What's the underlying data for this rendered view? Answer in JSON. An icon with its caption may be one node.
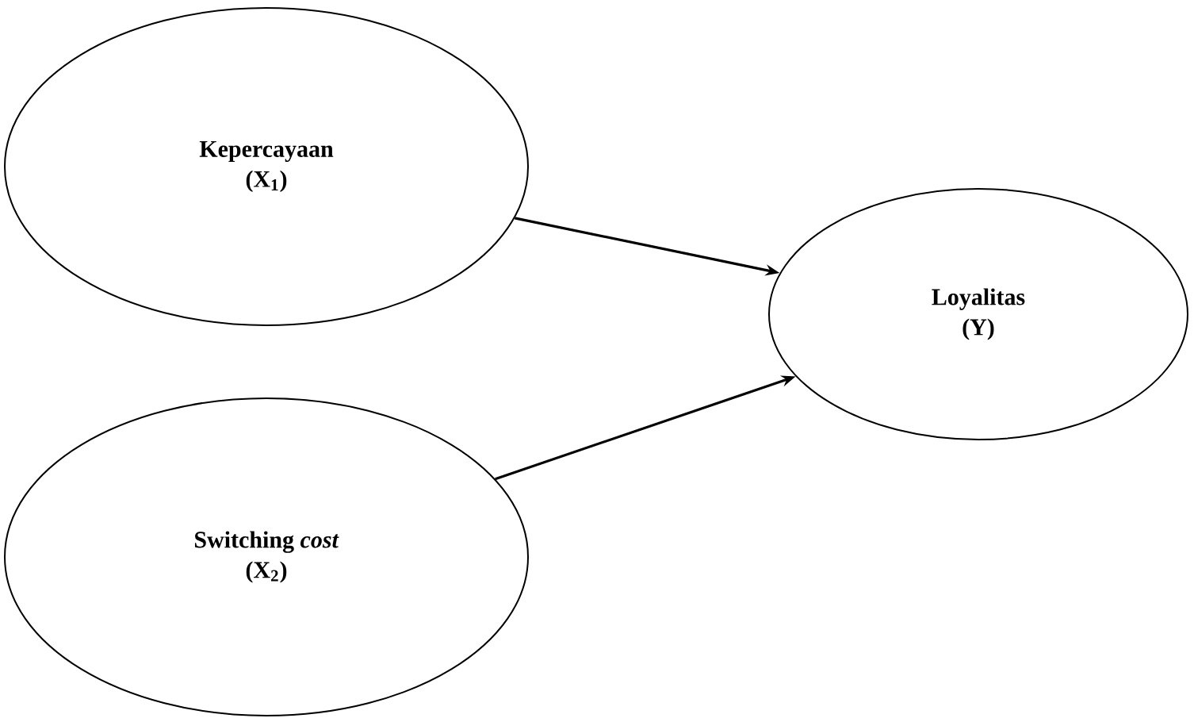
{
  "diagram": {
    "nodes": [
      {
        "text": [
          "Kepercayaan",
          "(X$_{1}$)"
        ]
      },
      {
        "text": [
          "Switching *cost*",
          "(X$_{2}$)"
        ]
      },
      {
        "text": [
          "Loyalitas",
          "(Y)"
        ]
      }
    ],
    "edges": [
      {
        "from": 0,
        "to": 2,
        "arrow": "to"
      },
      {
        "from": 1,
        "to": 2,
        "arrow": "to"
      }
    ]
  }
}
